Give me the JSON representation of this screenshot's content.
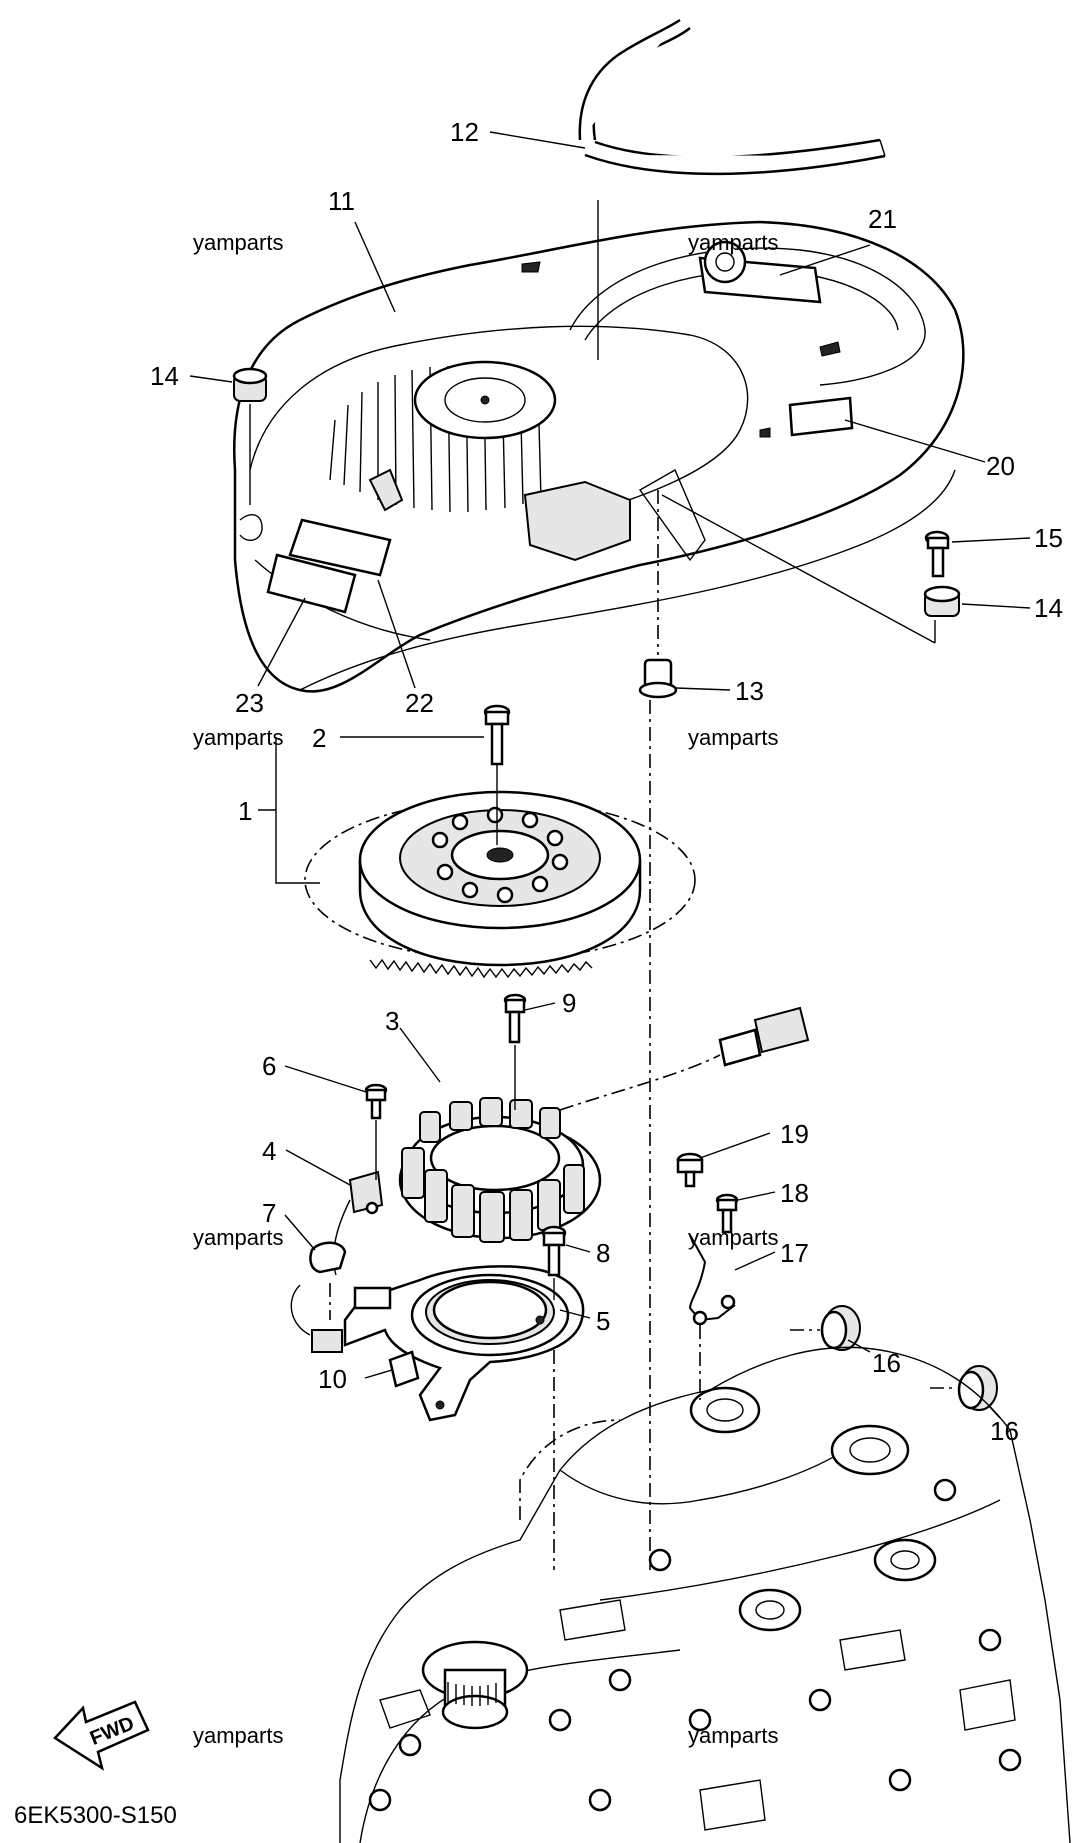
{
  "diagram_code": "6EK5300-S150",
  "watermark": "yamparts",
  "fwd_label": "FWD",
  "callouts": {
    "c1": "1",
    "c2": "2",
    "c3": "3",
    "c4": "4",
    "c5": "5",
    "c6": "6",
    "c7": "7",
    "c8": "8",
    "c9": "9",
    "c10": "10",
    "c11": "11",
    "c12": "12",
    "c13": "13",
    "c14a": "14",
    "c14b": "14",
    "c15": "15",
    "c16a": "16",
    "c16b": "16",
    "c17": "17",
    "c18": "18",
    "c19": "19",
    "c20": "20",
    "c21": "21",
    "c22": "22",
    "c23": "23"
  }
}
